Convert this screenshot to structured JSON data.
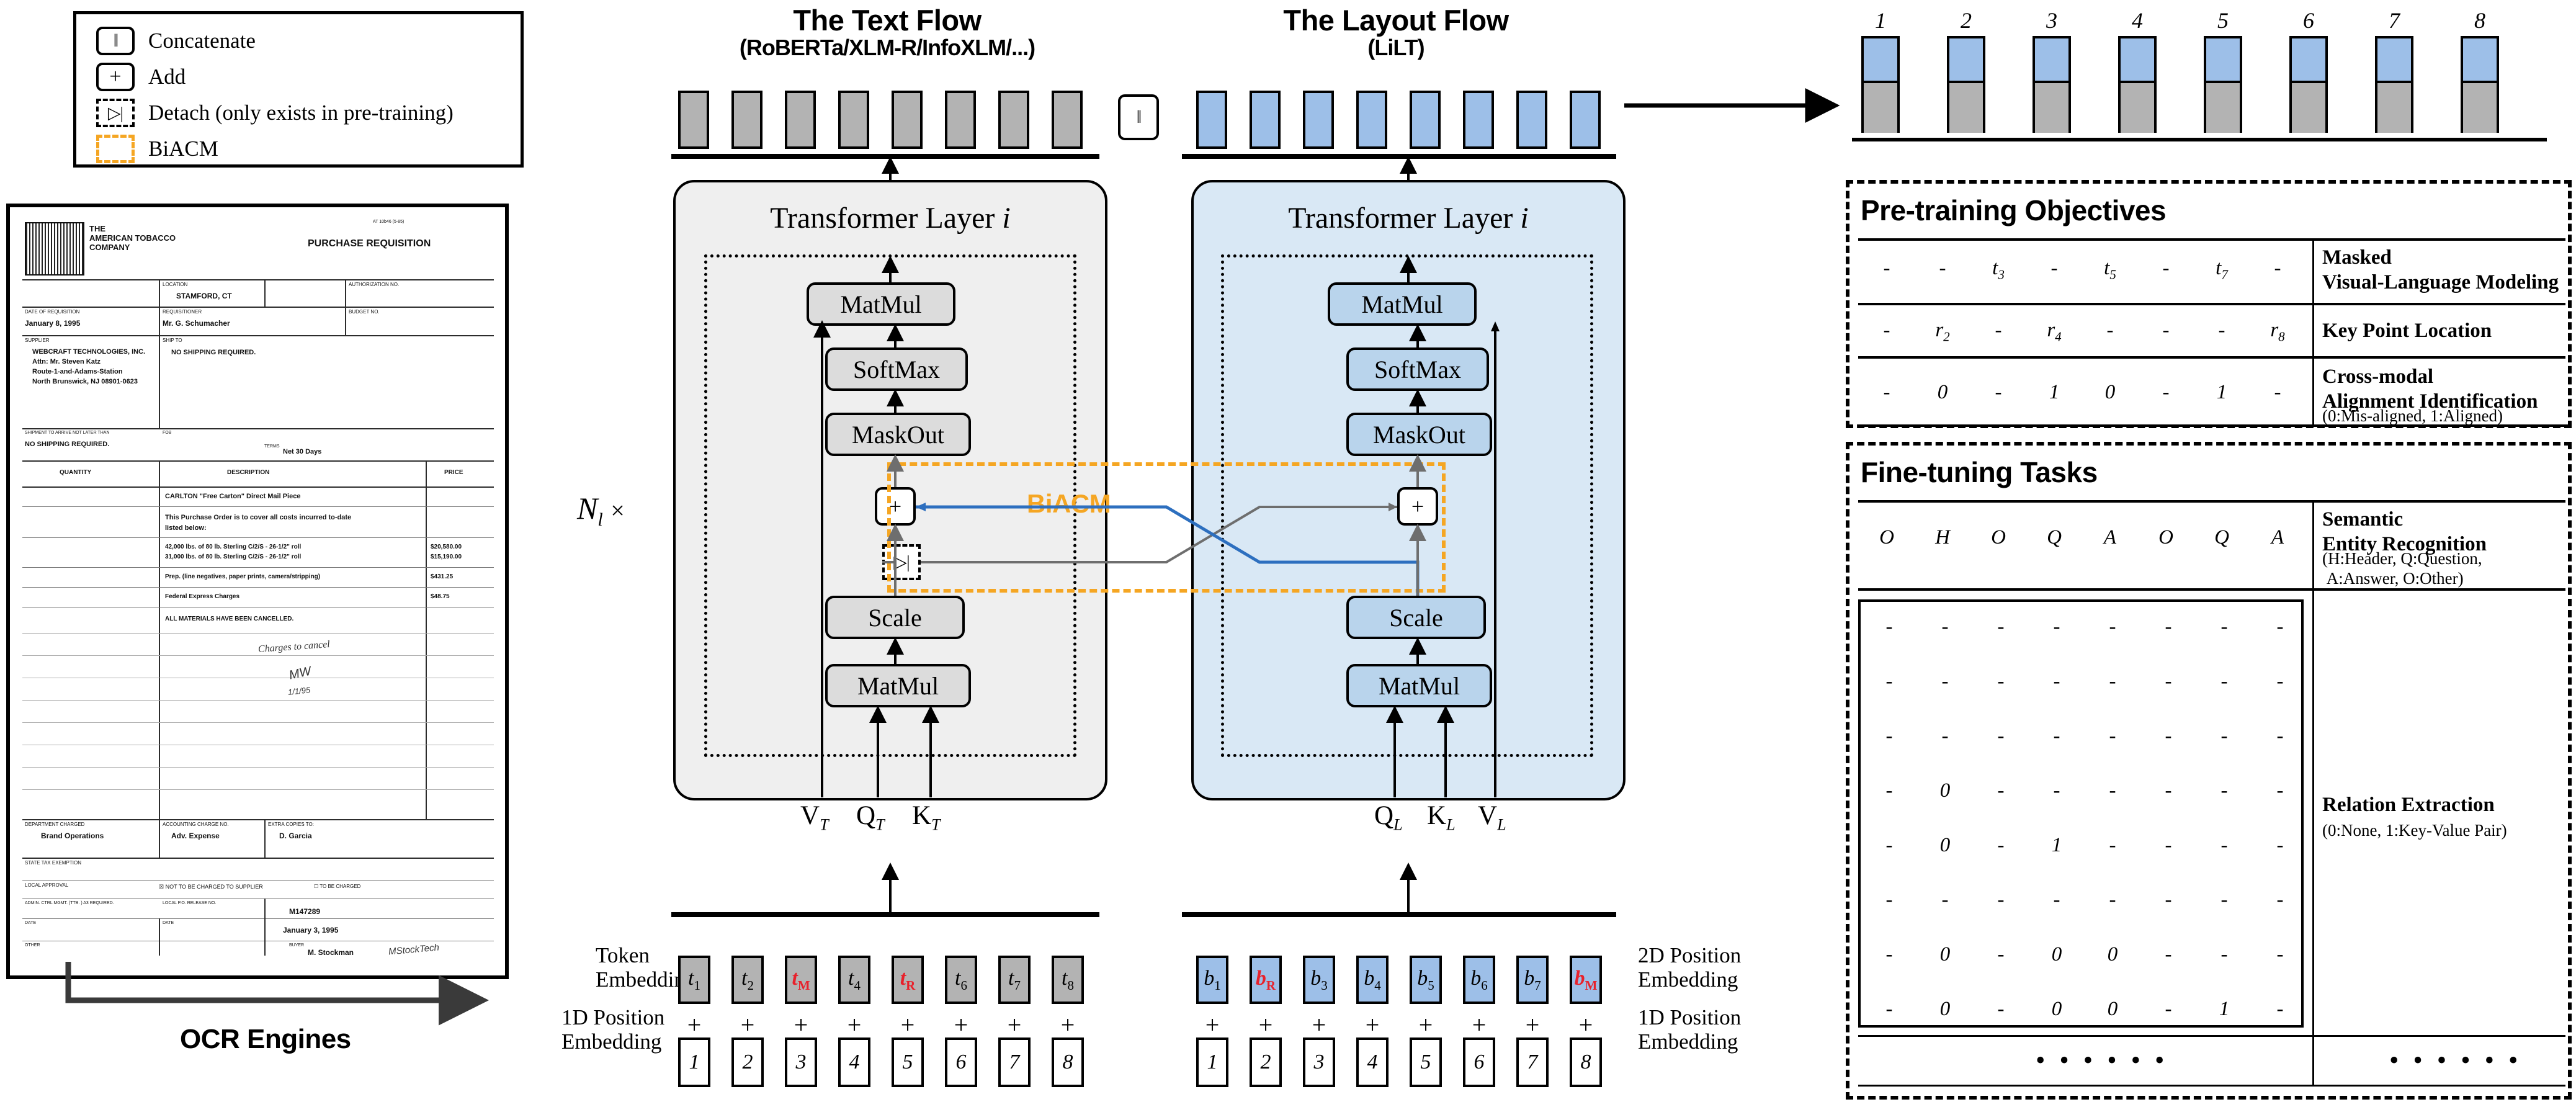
{
  "legend": {
    "items": [
      {
        "symbol": "‖",
        "label": "Concatenate",
        "style": "solid"
      },
      {
        "symbol": "+",
        "label": "Add",
        "style": "solid"
      },
      {
        "symbol": "▷|",
        "label": "Detach (only exists in pre-training)",
        "style": "dashed-black"
      },
      {
        "symbol": "",
        "label": "BiACM",
        "style": "dashed-orange"
      }
    ]
  },
  "document": {
    "company": "THE AMERICAN TOBACCO COMPANY",
    "form_title": "PURCHASE REQUISITION",
    "ref_no": "AT 10b46 (5-85)",
    "fields": [
      {
        "label": "LOCATION",
        "value": "STAMFORD, CT"
      },
      {
        "label": "AUTHORIZATION NO.",
        "value": ""
      },
      {
        "label": "DATE OF REQUISITION",
        "value": "January 8, 1995"
      },
      {
        "label": "REQUISITIONER",
        "value": "Mr. G. Schumacher"
      },
      {
        "label": "BUDGET NO.",
        "value": ""
      },
      {
        "label": "SUPPLIER",
        "value": "WEBCRAFT TECHNOLOGIES, INC.\nAttn: Mr. Steven Katz\nRoute-1-and-Adams-Station\nNorth Brunswick, NJ 08901-0623"
      },
      {
        "label": "SHIP TO",
        "value": "NO SHIPPING REQUIRED."
      },
      {
        "label": "SHIPMENT TO ARRIVE NOT LATER THAN",
        "value": "NO SHIPPING REQUIRED."
      },
      {
        "label": "TERMS",
        "value": "Net 30 Days"
      }
    ],
    "table_headers": [
      "QUANTITY",
      "DESCRIPTION",
      "PRICE"
    ],
    "table_rows": [
      {
        "qty": "",
        "desc": "CARLTON \"Free Carton\" Direct Mail Piece",
        "price": ""
      },
      {
        "qty": "",
        "desc": "This Purchase Order is to cover all costs incurred to-date listed below:",
        "price": ""
      },
      {
        "qty": "",
        "desc": "42,000 lbs. of 80 lb. Sterling C/2/S - 26-1/2\" roll\n31,000 lbs. of 80 lb. Sterling C/2/S - 26-1/2\" roll",
        "price": "$20,580.00\n$15,190.00"
      },
      {
        "qty": "",
        "desc": "Prep. (line negatives, paper prints, camera/stripping)",
        "price": "$431.25"
      },
      {
        "qty": "",
        "desc": "Federal Express Charges",
        "price": "$48.75"
      },
      {
        "qty": "",
        "desc": "ALL MATERIALS HAVE BEEN CANCELLED.",
        "price": ""
      }
    ],
    "handwriting": "Charges to cancel",
    "footer": {
      "department_charged_label": "DEPARTMENT CHARGED",
      "department_charged": "Brand Operations",
      "accounting_label": "ACCOUNTING CHARGE NO.",
      "accounting": "Adv. Expense",
      "extra_copies_label": "EXTRA COPIES TO:",
      "extra_copies": "D. Garcia",
      "state_tax_label": "STATE TAX EXEMPTION",
      "local_approval_label": "LOCAL APPROVAL",
      "local_po_label": "LOCAL P.O. RELEASE NO.",
      "local_po": "M147289",
      "admin_label": "ADMIN. CTRL MGMT. (TTB.) A3 REQUIRED.",
      "date_label": "DATE",
      "date": "January 3, 1995",
      "other_label": "OTHER",
      "buyer_label": "BUYER",
      "buyer": "M. Stockman",
      "signature": "MStockTech"
    }
  },
  "ocr": {
    "label": "OCR Engines"
  },
  "text_flow": {
    "title": "The Text Flow",
    "subtitle": "(RoBERTa/XLM-R/InfoXLM/...)",
    "layer_title": "Transformer Layer i",
    "ops": [
      "MatMul",
      "SoftMax",
      "MaskOut",
      "Scale",
      "MatMul"
    ],
    "plus": "+",
    "detach": "▷|",
    "inputs": [
      "V",
      "Q",
      "K"
    ],
    "input_sub": "T"
  },
  "layout_flow": {
    "title": "The Layout Flow",
    "subtitle": "(LiLT)",
    "layer_title": "Transformer Layer i",
    "ops": [
      "MatMul",
      "SoftMax",
      "MaskOut",
      "Scale",
      "MatMul"
    ],
    "plus": "+",
    "inputs": [
      "Q",
      "K",
      "V"
    ],
    "input_sub": "L"
  },
  "biacm": {
    "label": "BiACM"
  },
  "repeat": {
    "label": "N",
    "sub": "l",
    "times": "×"
  },
  "concat": {
    "symbol": "‖"
  },
  "embeddings": {
    "token_label": "Token\nEmbedding",
    "pos1d_label_left": "1D Position\nEmbedding",
    "pos2d_label": "2D Position\nEmbedding",
    "pos1d_label_right": "1D Position\nEmbedding",
    "plus": "+",
    "text_tokens": [
      {
        "base": "t",
        "sub": "1",
        "red": false
      },
      {
        "base": "t",
        "sub": "2",
        "red": false
      },
      {
        "base": "t",
        "sub": "M",
        "red": true
      },
      {
        "base": "t",
        "sub": "4",
        "red": false
      },
      {
        "base": "t",
        "sub": "R",
        "red": true
      },
      {
        "base": "t",
        "sub": "6",
        "red": false
      },
      {
        "base": "t",
        "sub": "7",
        "red": false
      },
      {
        "base": "t",
        "sub": "8",
        "red": false
      }
    ],
    "layout_tokens": [
      {
        "base": "b",
        "sub": "1",
        "red": false
      },
      {
        "base": "b",
        "sub": "R",
        "red": true
      },
      {
        "base": "b",
        "sub": "3",
        "red": false
      },
      {
        "base": "b",
        "sub": "4",
        "red": false
      },
      {
        "base": "b",
        "sub": "5",
        "red": false
      },
      {
        "base": "b",
        "sub": "6",
        "red": false
      },
      {
        "base": "b",
        "sub": "7",
        "red": false
      },
      {
        "base": "b",
        "sub": "M",
        "red": true
      }
    ],
    "positions": [
      "1",
      "2",
      "3",
      "4",
      "5",
      "6",
      "7",
      "8"
    ]
  },
  "output": {
    "numbers": [
      "1",
      "2",
      "3",
      "4",
      "5",
      "6",
      "7",
      "8"
    ],
    "top_color": "#9DBFE8",
    "bottom_color": "#B3B3B3"
  },
  "pretraining": {
    "title": "Pre-training Objectives",
    "rows": [
      {
        "values": [
          "-",
          "-",
          "t₃",
          "-",
          "t₅",
          "-",
          "t₇",
          "-"
        ],
        "name": "Masked\nVisual-Language Modeling",
        "note": ""
      },
      {
        "values": [
          "-",
          "r₂",
          "-",
          "r₄",
          "-",
          "-",
          "-",
          "r₈"
        ],
        "name": "Key Point Location",
        "note": ""
      },
      {
        "values": [
          "-",
          "0",
          "-",
          "1",
          "0",
          "-",
          "1",
          "-"
        ],
        "name": "Cross-modal\nAlignment Identification",
        "note": "(0:Mis-aligned, 1:Aligned)"
      }
    ]
  },
  "finetuning": {
    "title": "Fine-tuning Tasks",
    "ser": {
      "values": [
        "O",
        "H",
        "O",
        "Q",
        "A",
        "O",
        "Q",
        "A"
      ],
      "name": "Semantic\nEntity Recognition",
      "note": "(H:Header, Q:Question,\n A:Answer, O:Other)"
    },
    "re": {
      "name": "Relation Extraction",
      "note": "(0:None, 1:Key-Value Pair)",
      "matrix": [
        [
          "-",
          "-",
          "-",
          "-",
          "-",
          "-",
          "-",
          "-"
        ],
        [
          "-",
          "-",
          "-",
          "-",
          "-",
          "-",
          "-",
          "-"
        ],
        [
          "-",
          "-",
          "-",
          "-",
          "-",
          "-",
          "-",
          "-"
        ],
        [
          "-",
          "0",
          "-",
          "-",
          "-",
          "-",
          "-",
          "-"
        ],
        [
          "-",
          "0",
          "-",
          "1",
          "-",
          "-",
          "-",
          "-"
        ],
        [
          "-",
          "-",
          "-",
          "-",
          "-",
          "-",
          "-",
          "-"
        ],
        [
          "-",
          "0",
          "-",
          "0",
          "0",
          "-",
          "-",
          "-"
        ],
        [
          "-",
          "0",
          "-",
          "0",
          "0",
          "-",
          "1",
          "-"
        ]
      ],
      "ellipsis_left": "• • • • • •",
      "ellipsis_right": "• • • • • •"
    }
  },
  "colors": {
    "gray_token": "#B3B3B3",
    "blue_token": "#9DBFE8",
    "text_panel": "#EFEFEF",
    "layout_panel": "#D9E8F5",
    "biacm": "#F5A623",
    "red": "#E8212B",
    "blue_line": "#2D6FBF",
    "gray_line": "#6E6E6E"
  }
}
